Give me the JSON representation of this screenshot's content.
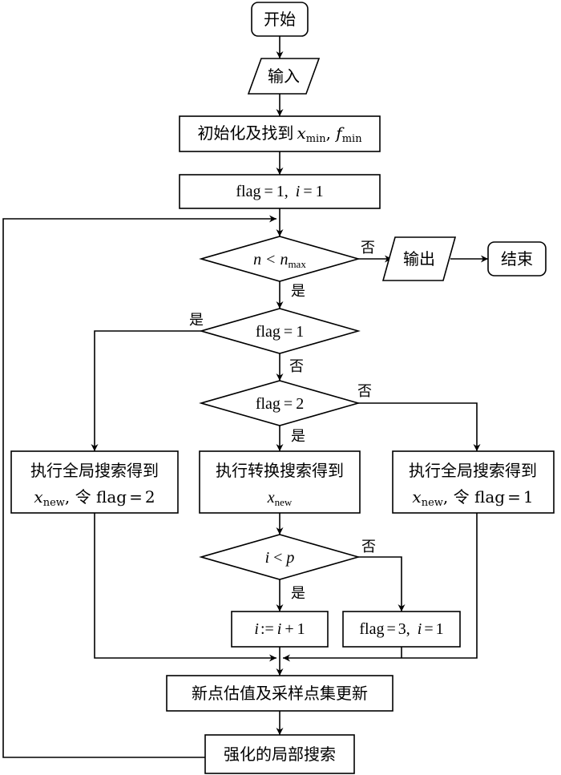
{
  "nodes": {
    "start": "开始",
    "input": "输入",
    "init": {
      "text": "初始化及找到",
      "x": "x",
      "x_sub": "min",
      "sep": ", ",
      "f": "f",
      "f_sub": "min"
    },
    "set_flag": {
      "flag": "flag",
      "eq": "=",
      "one": "1",
      "comma": ", ",
      "i": "i",
      "eq2": "=",
      "one2": "1"
    },
    "loop_check": {
      "n": "n",
      "lt": "<",
      "n2": "n",
      "sub": "max"
    },
    "output": "输出",
    "end": "结束",
    "check_flag1": {
      "flag": "flag",
      "eq": "=",
      "val": "1"
    },
    "check_flag2": {
      "flag": "flag",
      "eq": "=",
      "val": "2"
    },
    "global_left": {
      "line1": "执行全局搜索得到",
      "x": "x",
      "sub": "new",
      "sep": ", 令 ",
      "flag": "flag",
      "eq": "=",
      "val": "2"
    },
    "transform": {
      "line1": "执行转换搜索得到",
      "x": "x",
      "sub": "new"
    },
    "global_right": {
      "line1": "执行全局搜索得到",
      "x": "x",
      "sub": "new",
      "sep": ", 令 ",
      "flag": "flag",
      "eq": "=",
      "val": "1"
    },
    "check_ip": {
      "i": "i",
      "lt": "<",
      "p": "p"
    },
    "incr": {
      "i": "i",
      "assign": ":=",
      "i2": "i",
      "plus": "+",
      "one": "1"
    },
    "reset": {
      "flag": "flag",
      "eq": "=",
      "val": "3",
      "comma": ", ",
      "i": "i",
      "eq2": "=",
      "one": "1"
    },
    "update": "新点估值及采样点集更新",
    "local": "强化的局部搜索"
  },
  "edge_labels": {
    "no_output": "否",
    "yes_loop": "是",
    "yes_flag1": "是",
    "no_flag1": "否",
    "no_flag2": "否",
    "yes_flag2": "是",
    "no_ip": "否",
    "yes_ip": "是"
  }
}
